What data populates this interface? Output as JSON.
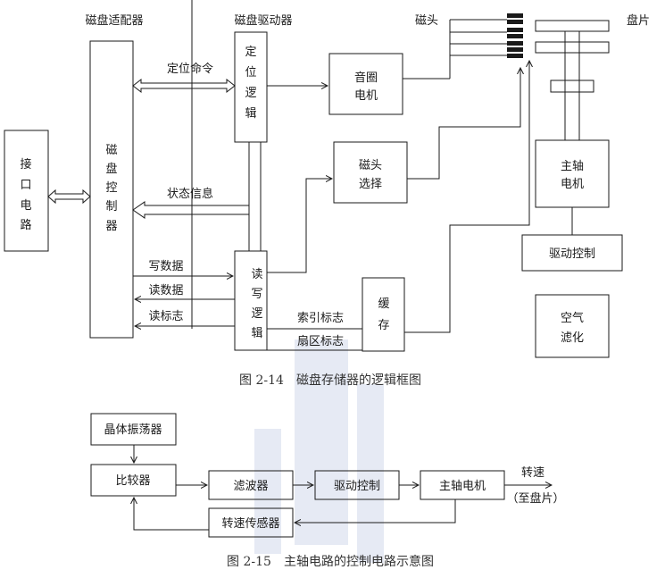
{
  "diagram1": {
    "caption": "图 2-14　磁盘存储器的逻辑框图",
    "header_adapter": "磁盘适配器",
    "header_driver": "磁盘驱动器",
    "header_head": "磁头",
    "header_platter": "盘片",
    "interface_chars": [
      "接",
      "口",
      "电",
      "路"
    ],
    "controller_chars": [
      "磁",
      "盘",
      "控",
      "制",
      "器"
    ],
    "positioning_chars": [
      "定",
      "位",
      "逻",
      "辑"
    ],
    "rw_chars": [
      "读",
      "写",
      "逻",
      "辑"
    ],
    "buffer_chars": [
      "缓",
      "存"
    ],
    "voice_coil": [
      "音圈",
      "电机"
    ],
    "head_select": [
      "磁头",
      "选择"
    ],
    "spindle_motor": [
      "主轴",
      "电机"
    ],
    "drive_control": "驱动控制",
    "air_filter": [
      "空气",
      "滤化"
    ],
    "sig_position_cmd": "定位命令",
    "sig_status": "状态信息",
    "sig_write_data": "写数据",
    "sig_read_data": "读数据",
    "sig_read_flag": "读标志",
    "sig_index_flag": "索引标志",
    "sig_sector_flag": "扇区标志"
  },
  "diagram2": {
    "caption": "图 2-15　主轴电路的控制电路示意图",
    "oscillator": "晶体振荡器",
    "comparator": "比较器",
    "filter": "滤波器",
    "drive_control": "驱动控制",
    "spindle_motor": "主轴电机",
    "speed_sensor": "转速传感器",
    "output_label": "转速",
    "output_note": "（至盘片）"
  },
  "colors": {
    "line": "#1a1a1a",
    "watermark": "#e6eaf4"
  }
}
